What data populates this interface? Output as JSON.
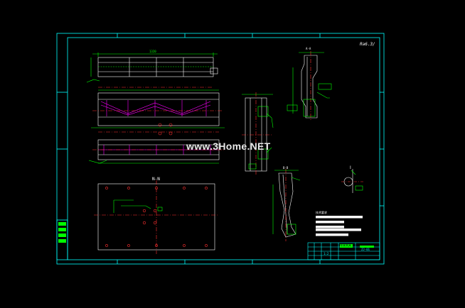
{
  "drawing": {
    "colors": {
      "border": "#00ffff",
      "outline": "#ffffff",
      "dimension": "#00ff00",
      "centerline": "#ff3030",
      "accent": "#ff00ff",
      "background": "#000000"
    }
  },
  "watermark": {
    "prefix": "www.",
    "brand": "3Home",
    "suffix": ".NET"
  },
  "labels": {
    "top_view_dim": "1320",
    "view_n": "N-N",
    "section_a": "A-A",
    "section_b": "B-B",
    "detail": "Ⅰ",
    "roughness": "Ra6.3/"
  },
  "title_block": {
    "part_name": "车床夹具",
    "drawing_no": "ZJ-01",
    "scale": "1:2"
  },
  "notes": {
    "heading": "技术要求"
  }
}
